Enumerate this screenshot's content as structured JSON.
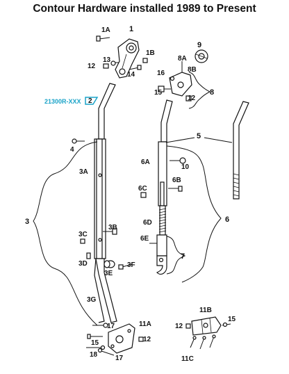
{
  "title": "Contour Hardware installed 1989 to Present",
  "part_number_callout": "21300R-XXX",
  "labels": {
    "p1": "1",
    "p1A": "1A",
    "p1B": "1B",
    "p2": "2",
    "p3": "3",
    "p3A": "3A",
    "p3B": "3B",
    "p3C": "3C",
    "p3D": "3D",
    "p3E": "3E",
    "p3F": "3F",
    "p3G": "3G",
    "p4": "4",
    "p5": "5",
    "p6": "6",
    "p6A": "6A",
    "p6B": "6B",
    "p6C": "6C",
    "p6D": "6D",
    "p6E": "6E",
    "p7": "7",
    "p8": "8",
    "p8A": "8A",
    "p8B": "8B",
    "p9": "9",
    "p10": "10",
    "p11A": "11A",
    "p11B": "11B",
    "p11C": "11C",
    "p12a": "12",
    "p12b": "12",
    "p12c": "12",
    "p12d": "12",
    "p13": "13",
    "p14": "14",
    "p15a": "15",
    "p15b": "15",
    "p15c": "15",
    "p16": "16",
    "p17a": "17",
    "p17b": "17",
    "p18": "18"
  }
}
